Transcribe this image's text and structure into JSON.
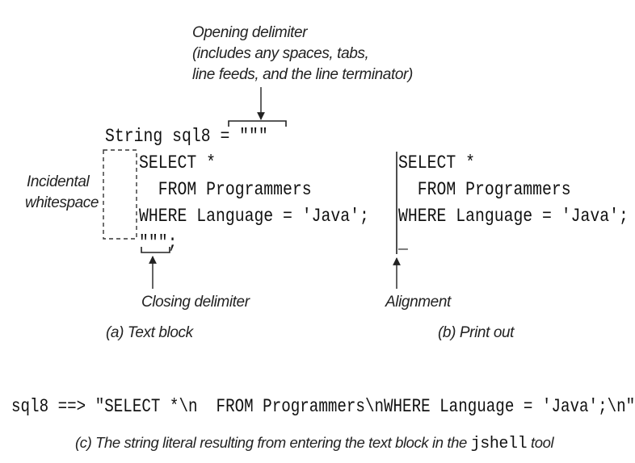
{
  "opening_note": {
    "line1": "Opening delimiter",
    "line2": "(includes any spaces, tabs,",
    "line3": "line feeds, and the line terminator)"
  },
  "text_block": {
    "declaration": "String sql8 = \"\"\"",
    "line1": "SELECT *",
    "line2": "  FROM Programmers",
    "line3": "WHERE Language = 'Java';",
    "closing": "\"\"\";"
  },
  "incidental_label": {
    "line1": "Incidental",
    "line2": "whitespace"
  },
  "closing_label": "Closing delimiter",
  "caption_a": "(a) Text block",
  "print_out": {
    "line1": "SELECT *",
    "line2": "  FROM Programmers",
    "line3": "WHERE Language = 'Java';",
    "cursor": "_"
  },
  "alignment_label": "Alignment",
  "caption_b": "(b) Print out",
  "jshell_output": "sql8 ==> \"SELECT *\\n  FROM Programmers\\nWHERE Language = 'Java';\\n\"",
  "caption_c": {
    "prefix": "(c) The string literal resulting from entering the text block in the ",
    "code": "jshell",
    "suffix": " tool"
  }
}
